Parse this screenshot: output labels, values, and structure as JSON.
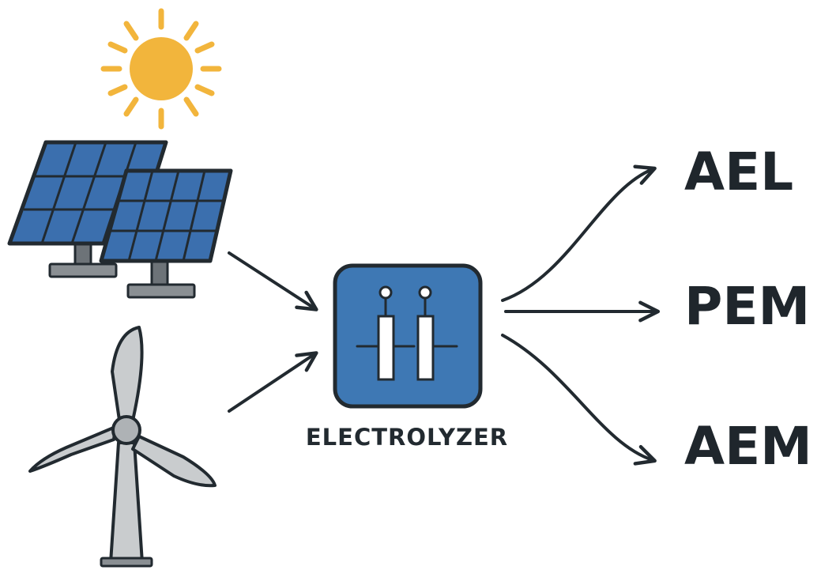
{
  "diagram": {
    "center_label": "ELECTROLYZER",
    "outputs": [
      "AEL",
      "PEM",
      "AEM"
    ],
    "inputs": [
      {
        "name": "solar",
        "icon": "solar-panel-icon"
      },
      {
        "name": "wind",
        "icon": "wind-turbine-icon"
      }
    ],
    "center_icon": "electrolyzer-icon",
    "colors": {
      "sun": "#f2b53c",
      "panel": "#3b6fae",
      "electrolyzer": "#3e78b4",
      "ink": "#222a30",
      "turbine": "#c9ccce"
    }
  }
}
